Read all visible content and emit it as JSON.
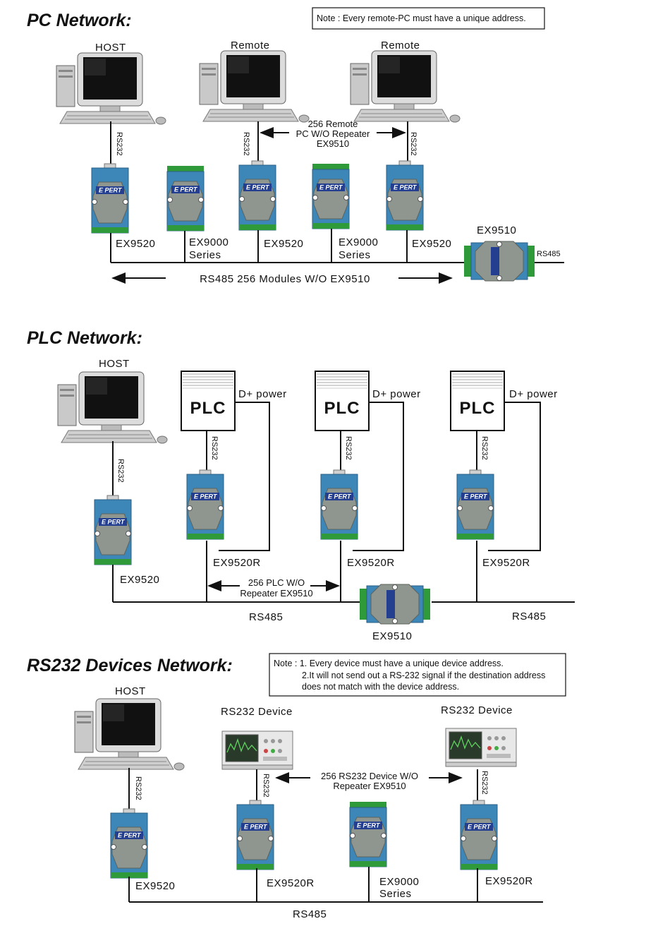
{
  "pc_network": {
    "title": "PC Network:",
    "note": "Note : Every remote-PC must have a unique address.",
    "host_label": "HOST",
    "remote_labels": [
      "Remote",
      "Remote"
    ],
    "rs232": "RS232",
    "repeater_note": [
      "256 Remote",
      "PC W/O Repeater",
      "EX9510"
    ],
    "modules": [
      {
        "lines": [
          "EX9520"
        ]
      },
      {
        "lines": [
          "EX9000",
          "Series"
        ]
      },
      {
        "lines": [
          "EX9520"
        ]
      },
      {
        "lines": [
          "EX9000",
          "Series"
        ]
      },
      {
        "lines": [
          "EX9520"
        ]
      }
    ],
    "repeater_label": "EX9510",
    "rs485": "RS485",
    "bus_label": "RS485 256 Modules W/O EX9510"
  },
  "plc_network": {
    "title": "PLC Network:",
    "host_label": "HOST",
    "plc_text": "PLC",
    "power_label": "D+ power",
    "rs232": "RS232",
    "host_module": "EX9520",
    "plc_modules": [
      "EX9520R",
      "EX9520R",
      "EX9520R"
    ],
    "repeater_note": [
      "256 PLC W/O",
      "Repeater EX9510"
    ],
    "rs485_left": "RS485",
    "rs485_right": "RS485",
    "repeater_label": "EX9510"
  },
  "rs232_network": {
    "title": "RS232 Devices Network:",
    "note_lines": [
      "Note : 1. Every device must have a unique device address.",
      "2.It will not send out a RS-232 signal if the destination address",
      "does not match with the device address."
    ],
    "host_label": "HOST",
    "device_labels": [
      "RS232 Device",
      "RS232 Device"
    ],
    "rs232": "RS232",
    "repeater_note": [
      "256 RS232 Device W/O",
      "Repeater EX9510"
    ],
    "modules": [
      {
        "lines": [
          "EX9520"
        ]
      },
      {
        "lines": [
          "EX9520R"
        ]
      },
      {
        "lines": [
          "EX9000",
          "Series"
        ]
      },
      {
        "lines": [
          "EX9520R"
        ]
      }
    ],
    "rs485": "RS485"
  },
  "logo_text": "E PERT",
  "colors": {
    "module_blue": "#3d86b8",
    "module_gray": "#8f9690",
    "terminal_green": "#2f9a3a",
    "monitor_body": "#d8d8d8"
  }
}
